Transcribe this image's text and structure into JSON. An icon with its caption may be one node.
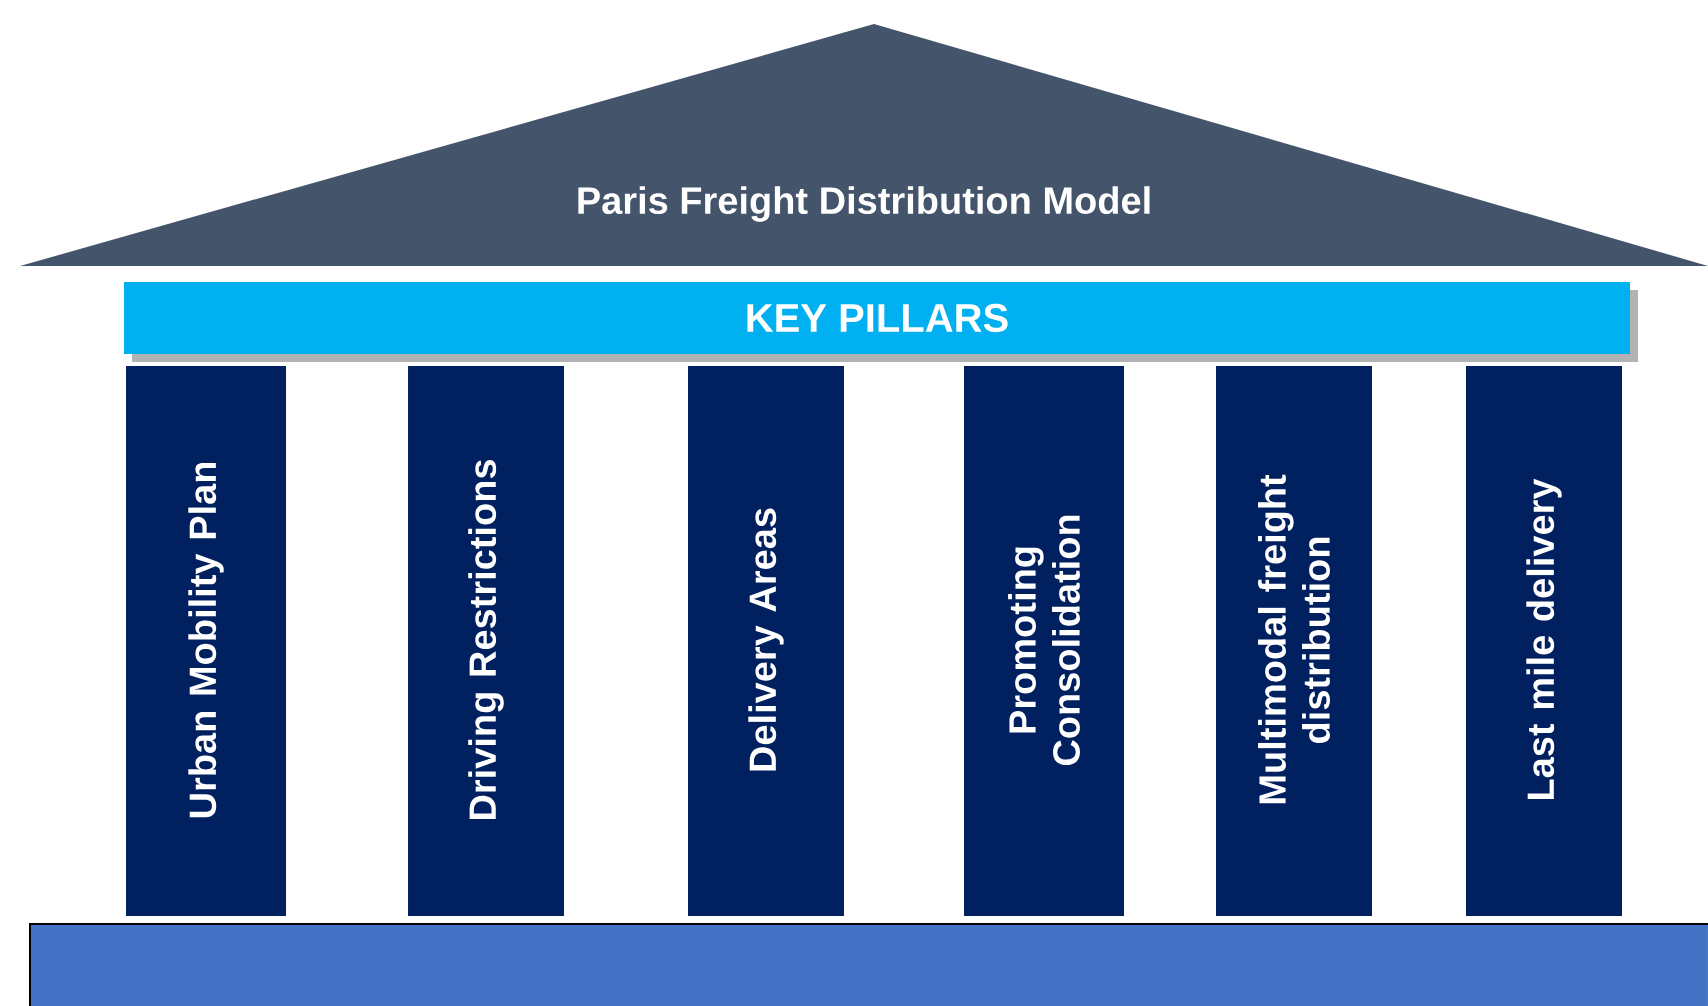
{
  "diagram": {
    "nodes": [
      {
        "text": [
          "Paris Freight Distribution Model"
        ]
      },
      {
        "text": [
          "KEY PILLARS"
        ]
      },
      {
        "text": [
          "Urban Mobility Plan"
        ]
      },
      {
        "text": [
          "Driving Restrictions"
        ]
      },
      {
        "text": [
          "Delivery Areas"
        ]
      },
      {
        "text": [
          "Promoting Consolidation"
        ]
      },
      {
        "text": [
          "Multimodal freight distribution"
        ]
      },
      {
        "text": [
          "Last mile delivery"
        ]
      },
      {
        "text": [],
        "shape": "box"
      }
    ]
  }
}
